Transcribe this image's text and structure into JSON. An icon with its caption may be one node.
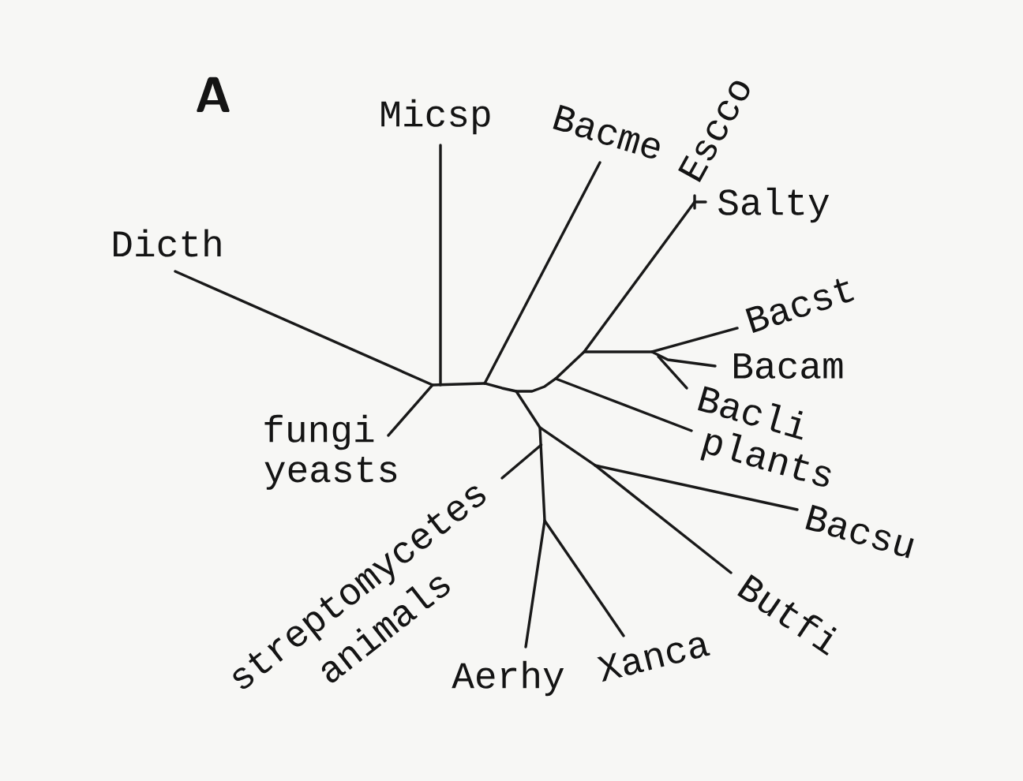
{
  "diagram": {
    "labels": [
      "A",
      "Micsp",
      "Bacme",
      "Escco",
      "Salty",
      "Dicth",
      "Bacst",
      "Bacam",
      "Bacli",
      "fungi",
      "plants",
      "yeasts",
      "Bacsu",
      "streptomycetes",
      "Butfi",
      "animals",
      "Xanca",
      "Aerhy"
    ]
  }
}
